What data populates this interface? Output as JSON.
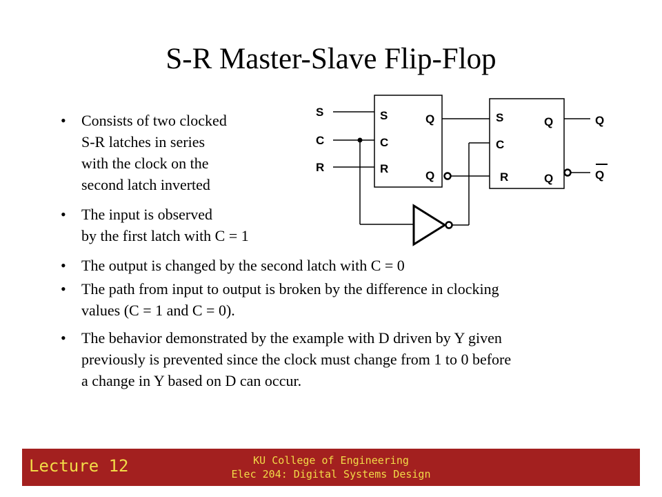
{
  "title": "S-R Master-Slave Flip-Flop",
  "bullets": [
    [
      "Consists of two clocked",
      "S-R latches in series",
      "with the clock on the",
      "second latch inverted"
    ],
    [
      "The input is observed",
      "by the first latch with C = 1"
    ],
    [
      "The output is changed by the second latch with C = 0"
    ],
    [
      "The path from input to output is broken by the difference in clocking",
      "values (C = 1 and C = 0)."
    ],
    [
      "The behavior demonstrated by the example with D driven by Y given",
      "previously is prevented since the clock must change from 1 to 0 before",
      "a change in Y based on D can occur."
    ]
  ],
  "bullet_symbol": "•",
  "diagram": {
    "inputs": {
      "s": "S",
      "c": "C",
      "r": "R"
    },
    "master": {
      "s": "S",
      "c": "C",
      "r": "R",
      "q": "Q",
      "qbar": "Q"
    },
    "slave": {
      "s": "S",
      "c": "C",
      "r": "R",
      "q": "Q",
      "qbar": "Q"
    },
    "outputs": {
      "q": "Q",
      "qbar": "Q"
    }
  },
  "footer": {
    "lecture": "Lecture 12",
    "org_line1": "KU College of Engineering",
    "org_line2": "Elec 204: Digital Systems Design"
  },
  "colors": {
    "footer_bg": "#a3201f",
    "footer_text": "#f2dc48"
  }
}
